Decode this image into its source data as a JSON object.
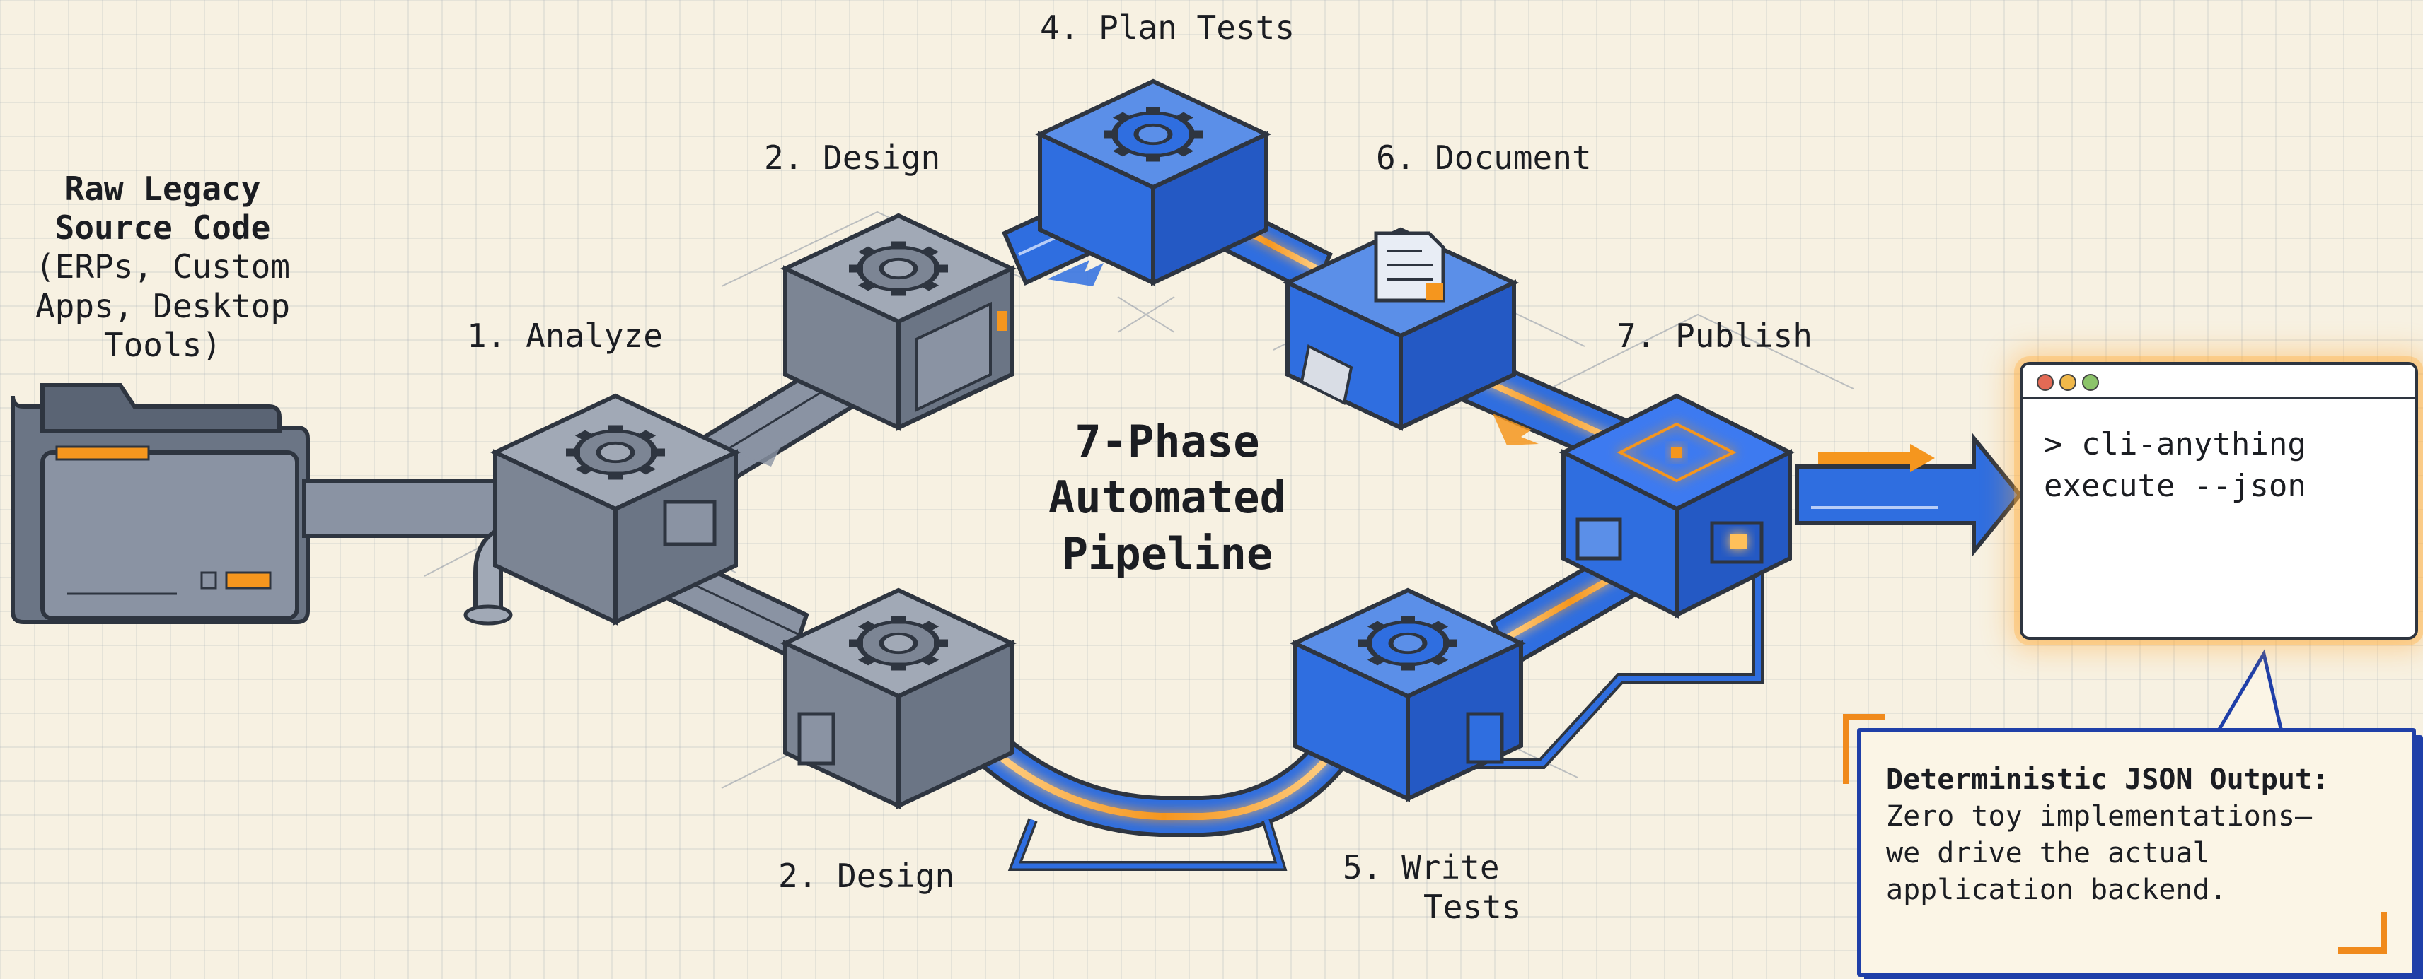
{
  "source": {
    "title_line1": "Raw Legacy",
    "title_line2": "Source Code",
    "detail_line1": "(ERPs, Custom",
    "detail_line2": "Apps, Desktop",
    "detail_line3": "Tools)"
  },
  "center_title": {
    "line1": "7-Phase",
    "line2": "Automated",
    "line3": "Pipeline"
  },
  "phases": [
    {
      "label": "1. Analyze",
      "style": "gray"
    },
    {
      "label": "2. Design",
      "style": "gray"
    },
    {
      "label": "2. Design",
      "style": "gray"
    },
    {
      "label": "4. Plan Tests",
      "style": "blue"
    },
    {
      "label": "5. Write",
      "label_line2": "Tests",
      "style": "blue"
    },
    {
      "label": "6. Document",
      "style": "blue"
    },
    {
      "label": "7. Publish",
      "style": "blue"
    }
  ],
  "terminal": {
    "line1": "> cli-anything",
    "line2": "execute --json"
  },
  "callout": {
    "heading": "Deterministic JSON Output:",
    "body_line1": "Zero toy implementations—",
    "body_line2": "we drive the actual",
    "body_line3": "application backend."
  },
  "colors": {
    "gray_module": "#7c8594",
    "blue_module": "#2f6ee0",
    "accent_orange": "#f5961e",
    "outline": "#2e3540",
    "background": "#f7f1e2"
  },
  "icons": [
    "folder-icon",
    "gear-icon",
    "document-icon",
    "arrow-right-icon",
    "terminal-icon"
  ]
}
